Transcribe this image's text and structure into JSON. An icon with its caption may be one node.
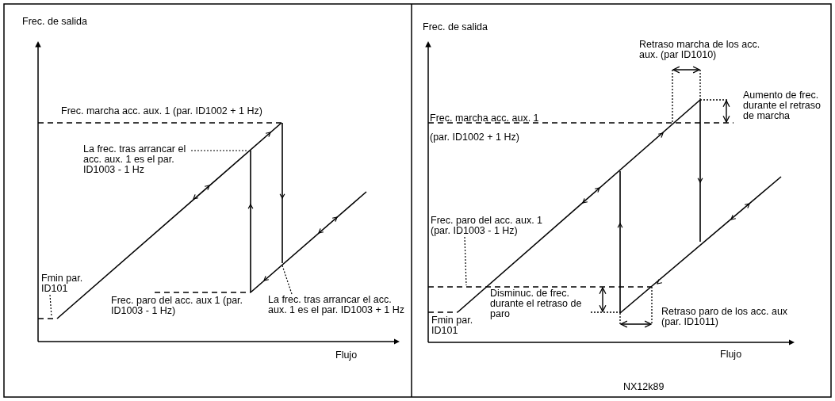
{
  "diagram": {
    "nodes": [
      {
        "text": [
          "La frec. tras arrancar el acc. aux. 1 es el par. ID1003 - 1 Hz"
        ]
      },
      {
        "text": [
          "Fmin par. ID101"
        ]
      },
      {
        "text": [
          "La frec. tras arrancar el acc. aux. 1 es el par. ID1003 + 1 Hz"
        ]
      },
      {
        "text": [
          "Frec. paro del acc. aux. 1 (par. ID1003 - 1 Hz)"
        ]
      }
    ],
    "edges": [
      {
        "from": 0,
        "to": null,
        "arrow": "none",
        "style": "dashed"
      },
      {
        "from": 1,
        "to": null,
        "arrow": "none",
        "style": "dashed"
      },
      {
        "from": 2,
        "to": null,
        "arrow": "none",
        "style": "dashed"
      },
      {
        "from": 3,
        "to": null,
        "arrow": "none",
        "style": "dashed"
      }
    ],
    "labels": [
      "Frec. de salida",
      "Frec. de salida",
      "Retraso marcha de los acc. aux. (par ID1010)",
      "Frec. marcha acc. aux. 1 (par. ID1002 + 1 Hz)",
      "Aumento de frec. durante el retraso de marcha",
      "Frec. marcha acc. aux. 1 (par. ID1002 + 1 Hz)",
      "Frec. paro del acc. aux 1 (par. ID1003 - 1 Hz)",
      "Disminuc. de frec. durante el retraso de paro",
      "Fmin par. ID101",
      "Retraso paro de los acc. aux (par. ID1011)",
      "Flujo",
      "Flujo",
      "NX12k89"
    ]
  }
}
